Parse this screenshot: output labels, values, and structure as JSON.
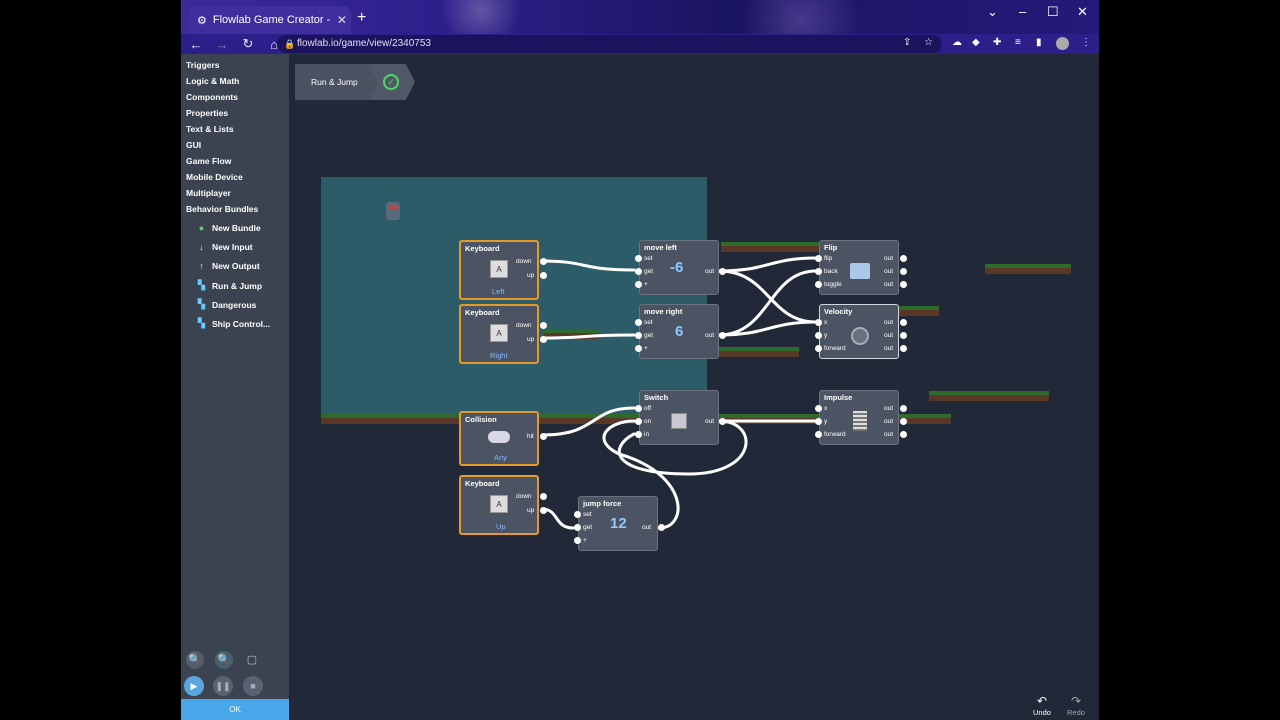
{
  "browser": {
    "tab_title": "Flowlab Game Creator - Larry Lo...",
    "url": "flowlab.io/game/view/2340753"
  },
  "sidebar": {
    "categories": [
      "Triggers",
      "Logic & Math",
      "Components",
      "Properties",
      "Text & Lists",
      "GUI",
      "Game Flow",
      "Mobile Device",
      "Multiplayer",
      "Behavior Bundles"
    ],
    "bundles": [
      {
        "label": "New Bundle",
        "icon": "plus-icon"
      },
      {
        "label": "New Input",
        "icon": "input-arrow-icon"
      },
      {
        "label": "New Output",
        "icon": "output-arrow-icon"
      },
      {
        "label": "Run & Jump",
        "icon": "bundle-icon"
      },
      {
        "label": "Dangerous",
        "icon": "bundle-icon"
      },
      {
        "label": "Ship Control...",
        "icon": "bundle-icon"
      }
    ],
    "ok_label": "OK"
  },
  "breadcrumb": {
    "label": "Run & Jump"
  },
  "nodes": {
    "kb_left": {
      "title": "Keyboard",
      "key": "A",
      "label": "Left",
      "ports": [
        "down",
        "up"
      ]
    },
    "kb_right": {
      "title": "Keyboard",
      "key": "A",
      "label": "Right",
      "ports": [
        "down",
        "up"
      ]
    },
    "collision": {
      "title": "Collision",
      "label": "Any",
      "port": "hit"
    },
    "kb_up": {
      "title": "Keyboard",
      "key": "A",
      "label": "Up",
      "ports": [
        "down",
        "up"
      ]
    },
    "move_left": {
      "title": "move left",
      "value": "-6",
      "in": [
        "set",
        "get",
        "+"
      ],
      "out": "out"
    },
    "move_right": {
      "title": "move right",
      "value": "6",
      "in": [
        "set",
        "get",
        "+"
      ],
      "out": "out"
    },
    "switch": {
      "title": "Switch",
      "in": [
        "off",
        "on",
        "in"
      ],
      "out": "out"
    },
    "jump_force": {
      "title": "jump force",
      "value": "12",
      "in": [
        "set",
        "get",
        "+"
      ],
      "out": "out"
    },
    "flip": {
      "title": "Flip",
      "in": [
        "flip",
        "back",
        "toggle"
      ],
      "out": [
        "out",
        "out",
        "out"
      ]
    },
    "velocity": {
      "title": "Velocity",
      "in": [
        "x",
        "y",
        "forward"
      ],
      "out": [
        "out",
        "out",
        "out"
      ]
    },
    "impulse": {
      "title": "Impulse",
      "in": [
        "x",
        "y",
        "forward"
      ],
      "out": [
        "out",
        "out",
        "out"
      ]
    }
  },
  "bottom": {
    "undo": "Undo",
    "redo": "Redo"
  }
}
